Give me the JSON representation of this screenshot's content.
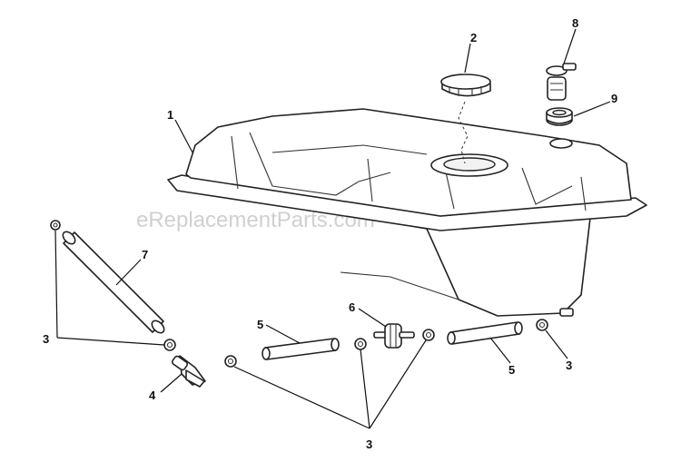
{
  "watermark": "eReplacementParts.com",
  "callouts": {
    "tank": "1",
    "cap": "2",
    "clamp_left": "3",
    "clamp_bottom": "3",
    "clamp_right": "3",
    "valve": "4",
    "hose_mid": "5",
    "hose_right": "5",
    "filter": "6",
    "hose_long": "7",
    "vent_valve": "8",
    "grommet": "9"
  }
}
